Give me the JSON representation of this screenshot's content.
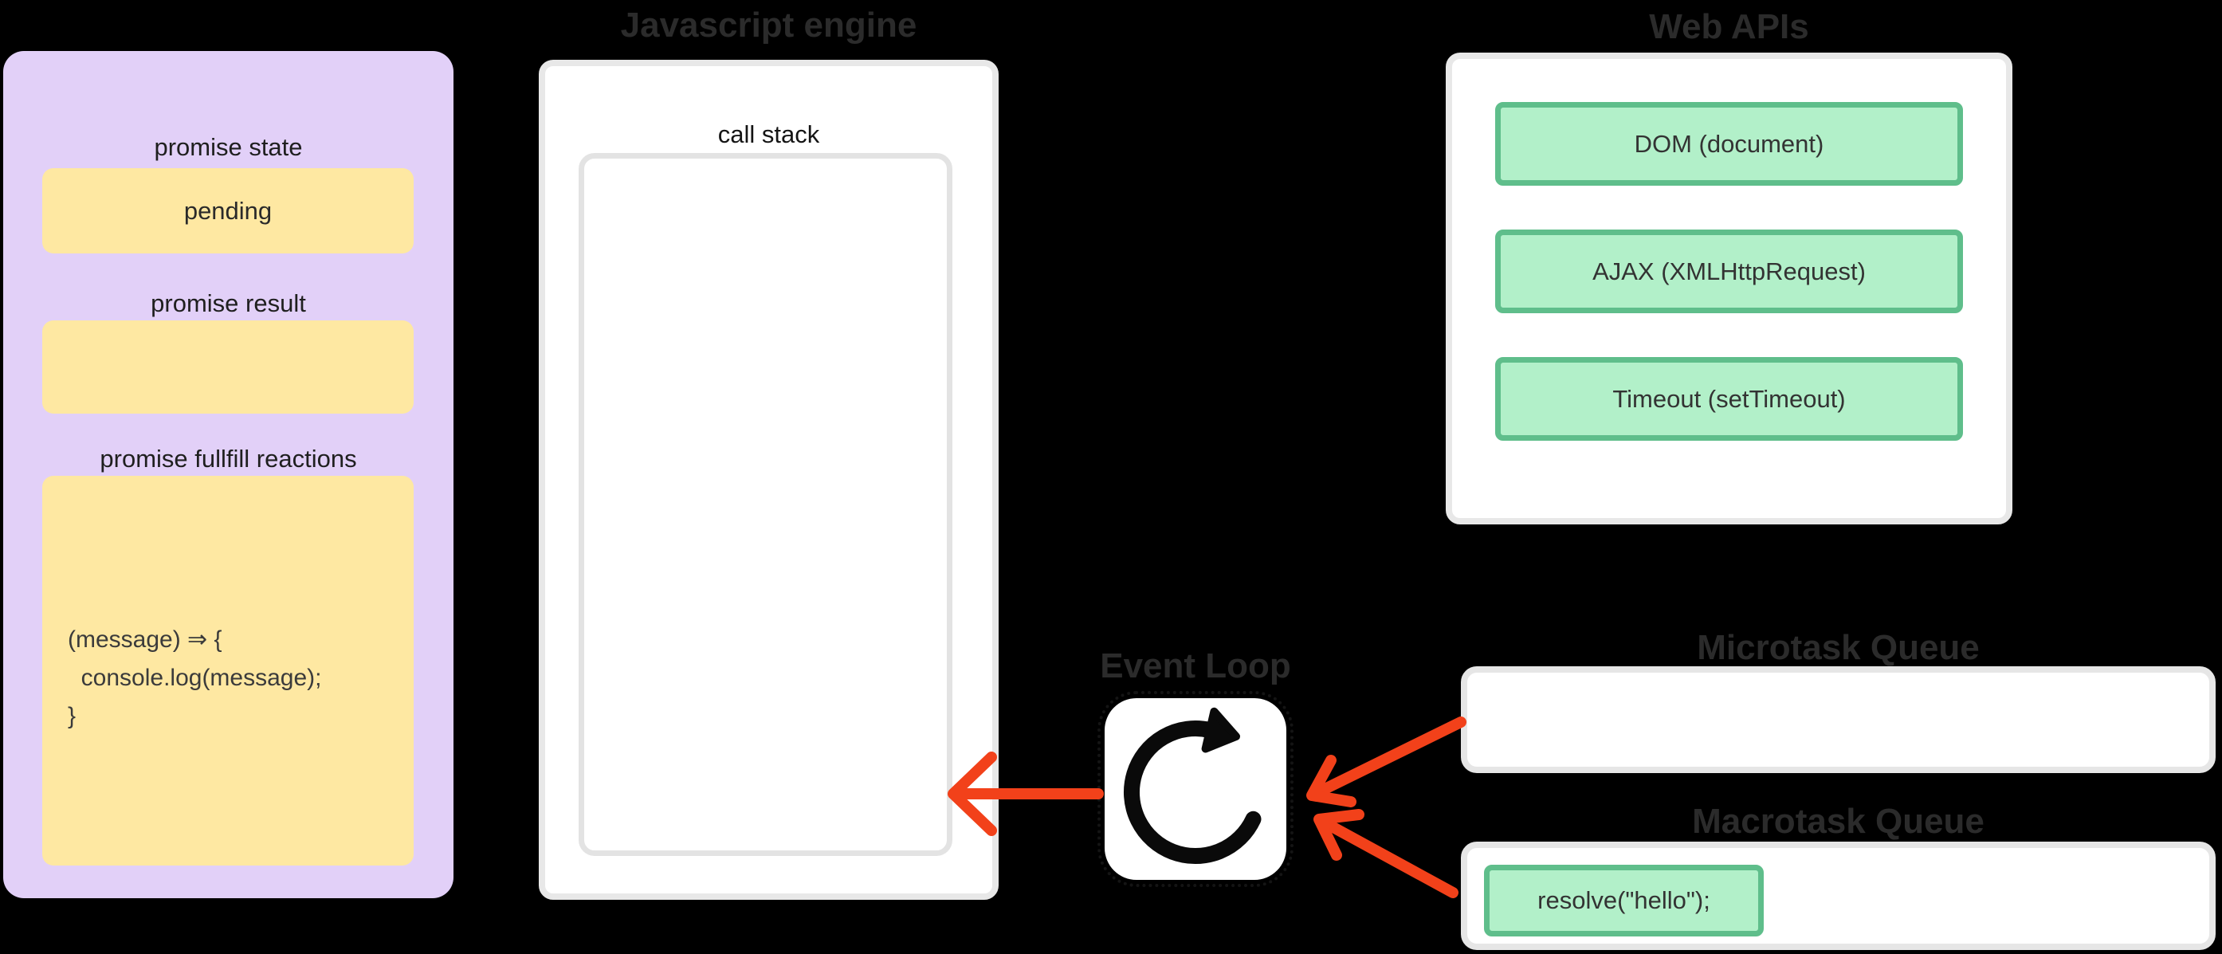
{
  "colors": {
    "background": "#000000",
    "panel_purple": "#E2D0F8",
    "box_yellow": "#FEE8A2",
    "box_green": "#B2F0C9",
    "green_border": "#5FBE8B",
    "panel_white": "#FFFFFF",
    "panel_border_gray": "#E8E8E8",
    "arrow_red": "#F2411A",
    "title_gray": "#2B2B2B",
    "icon_black": "#0A0A0A"
  },
  "promise_panel": {
    "state_label": "promise state",
    "state_value": "pending",
    "result_label": "promise result",
    "result_value": "",
    "reactions_label": "promise fullfill reactions",
    "reactions_code": [
      "(message) ⇒ {",
      "  console.log(message);",
      "}"
    ]
  },
  "js_engine": {
    "title": "Javascript engine",
    "call_stack_label": "call stack"
  },
  "web_apis": {
    "title": "Web APIs",
    "items": [
      "DOM (document)",
      "AJAX (XMLHttpRequest)",
      "Timeout (setTimeout)"
    ]
  },
  "event_loop": {
    "title": "Event Loop"
  },
  "microtask_queue": {
    "title": "Microtask Queue",
    "items": []
  },
  "macrotask_queue": {
    "title": "Macrotask Queue",
    "items": [
      "resolve(\"hello\");"
    ]
  }
}
